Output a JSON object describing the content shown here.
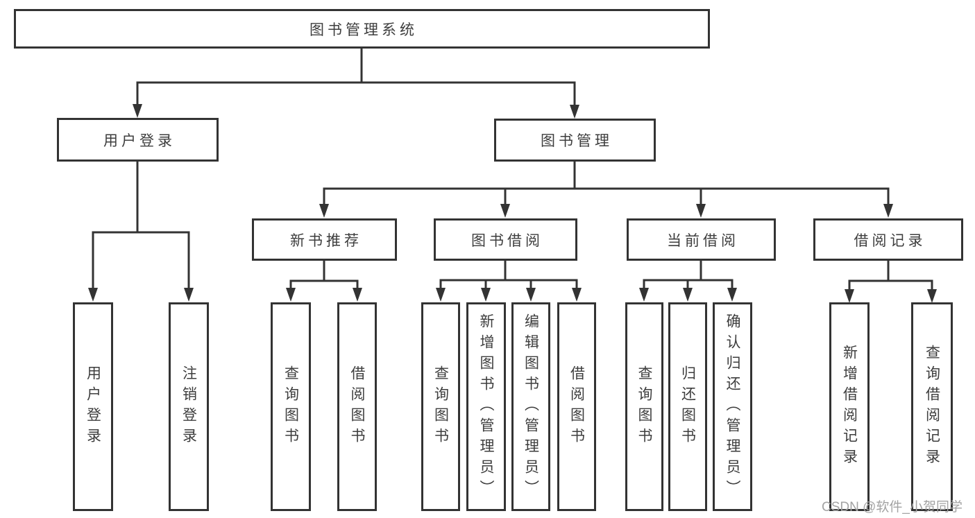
{
  "diagram": {
    "root": {
      "label": "图书管理系统"
    },
    "level2": [
      {
        "label": "用户登录"
      },
      {
        "label": "图书管理"
      }
    ],
    "level3": [
      {
        "label": "新书推荐"
      },
      {
        "label": "图书借阅"
      },
      {
        "label": "当前借阅"
      },
      {
        "label": "借阅记录"
      }
    ],
    "leaves": {
      "user_login": [
        "用户登录",
        "注销登录"
      ],
      "new_book": [
        "查询图书",
        "借阅图书"
      ],
      "book_borrow": [
        "查询图书",
        "新增图书（管理员）",
        "编辑图书（管理员）",
        "借阅图书"
      ],
      "current_borrow": [
        "查询图书",
        "归还图书",
        "确认归还（管理员）"
      ],
      "borrow_record": [
        "新增借阅记录",
        "查询借阅记录"
      ]
    },
    "watermark": "CSDN @软件_小贺同学",
    "colors": {
      "line": "#333333",
      "box_border": "#333333",
      "box_fill": "#ffffff",
      "text": "#3d3d3d",
      "watermark": "#a3a3a3",
      "background": "#ffffff"
    }
  }
}
